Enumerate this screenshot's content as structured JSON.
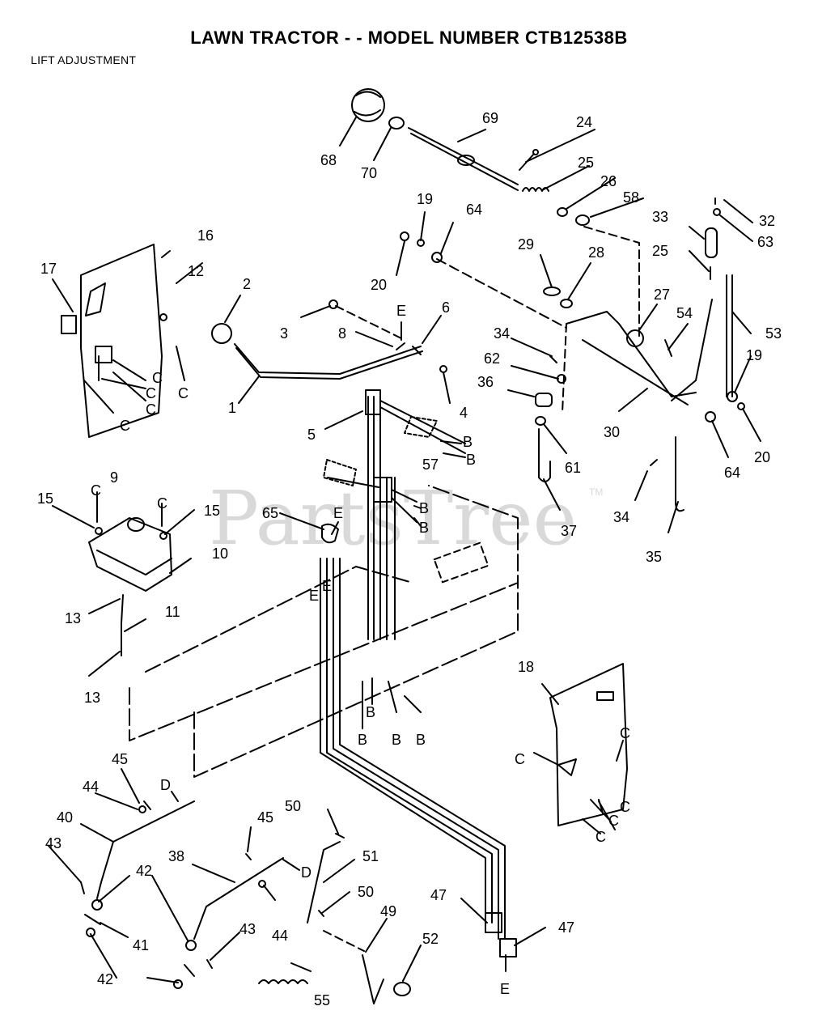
{
  "title": "LAWN TRACTOR - - MODEL NUMBER CTB12538B",
  "section": "LIFT ADJUSTMENT",
  "watermark": "PartsTree",
  "watermark_tm": "TM",
  "callouts": [
    {
      "id": "c68",
      "text": "68"
    },
    {
      "id": "c70",
      "text": "70"
    },
    {
      "id": "c69",
      "text": "69"
    },
    {
      "id": "c24",
      "text": "24"
    },
    {
      "id": "c25a",
      "text": "25"
    },
    {
      "id": "c26",
      "text": "26"
    },
    {
      "id": "c58",
      "text": "58"
    },
    {
      "id": "c33",
      "text": "33"
    },
    {
      "id": "c32",
      "text": "32"
    },
    {
      "id": "c63",
      "text": "63"
    },
    {
      "id": "c25b",
      "text": "25"
    },
    {
      "id": "c19a",
      "text": "19"
    },
    {
      "id": "c64a",
      "text": "64"
    },
    {
      "id": "c20a",
      "text": "20"
    },
    {
      "id": "c29",
      "text": "29"
    },
    {
      "id": "c28",
      "text": "28"
    },
    {
      "id": "c27",
      "text": "27"
    },
    {
      "id": "c54",
      "text": "54"
    },
    {
      "id": "c53",
      "text": "53"
    },
    {
      "id": "c16",
      "text": "16"
    },
    {
      "id": "c17",
      "text": "17"
    },
    {
      "id": "c12",
      "text": "12"
    },
    {
      "id": "c2",
      "text": "2"
    },
    {
      "id": "c3",
      "text": "3"
    },
    {
      "id": "c8",
      "text": "8"
    },
    {
      "id": "cE1",
      "text": "E"
    },
    {
      "id": "c6",
      "text": "6"
    },
    {
      "id": "c4",
      "text": "4"
    },
    {
      "id": "c1",
      "text": "1"
    },
    {
      "id": "c34a",
      "text": "34"
    },
    {
      "id": "c62",
      "text": "62"
    },
    {
      "id": "c36",
      "text": "36"
    },
    {
      "id": "c30",
      "text": "30"
    },
    {
      "id": "c19b",
      "text": "19"
    },
    {
      "id": "c64b",
      "text": "64"
    },
    {
      "id": "c20b",
      "text": "20"
    },
    {
      "id": "c61",
      "text": "61"
    },
    {
      "id": "c37",
      "text": "37"
    },
    {
      "id": "c34b",
      "text": "34"
    },
    {
      "id": "c35",
      "text": "35"
    },
    {
      "id": "cC1",
      "text": "C"
    },
    {
      "id": "cC2",
      "text": "C"
    },
    {
      "id": "cC3",
      "text": "C"
    },
    {
      "id": "cC4",
      "text": "C"
    },
    {
      "id": "cC5",
      "text": "C"
    },
    {
      "id": "c5",
      "text": "5"
    },
    {
      "id": "cB1",
      "text": "B"
    },
    {
      "id": "cB2",
      "text": "B"
    },
    {
      "id": "c57",
      "text": "57"
    },
    {
      "id": "cB3",
      "text": "B"
    },
    {
      "id": "cB4",
      "text": "B"
    },
    {
      "id": "c15a",
      "text": "15"
    },
    {
      "id": "cC6",
      "text": "C"
    },
    {
      "id": "c9",
      "text": "9"
    },
    {
      "id": "cC7",
      "text": "C"
    },
    {
      "id": "c15b",
      "text": "15"
    },
    {
      "id": "c65",
      "text": "65"
    },
    {
      "id": "cE2",
      "text": "E"
    },
    {
      "id": "c10",
      "text": "10"
    },
    {
      "id": "c13a",
      "text": "13"
    },
    {
      "id": "c11",
      "text": "11"
    },
    {
      "id": "c13b",
      "text": "13"
    },
    {
      "id": "cE3",
      "text": "E"
    },
    {
      "id": "cE4",
      "text": "E"
    },
    {
      "id": "cB5",
      "text": "B"
    },
    {
      "id": "cB6",
      "text": "B"
    },
    {
      "id": "cB7",
      "text": "B"
    },
    {
      "id": "cB8",
      "text": "B"
    },
    {
      "id": "c18",
      "text": "18"
    },
    {
      "id": "cC8",
      "text": "C"
    },
    {
      "id": "cC9",
      "text": "C"
    },
    {
      "id": "cC10",
      "text": "C"
    },
    {
      "id": "cC11",
      "text": "C"
    },
    {
      "id": "cC12",
      "text": "C"
    },
    {
      "id": "c45a",
      "text": "45"
    },
    {
      "id": "c44a",
      "text": "44"
    },
    {
      "id": "cD1",
      "text": "D"
    },
    {
      "id": "c40",
      "text": "40"
    },
    {
      "id": "c43a",
      "text": "43"
    },
    {
      "id": "c42a",
      "text": "42"
    },
    {
      "id": "c41",
      "text": "41"
    },
    {
      "id": "c42b",
      "text": "42"
    },
    {
      "id": "c38",
      "text": "38"
    },
    {
      "id": "c45b",
      "text": "45"
    },
    {
      "id": "cD2",
      "text": "D"
    },
    {
      "id": "c44b",
      "text": "44"
    },
    {
      "id": "c43b",
      "text": "43"
    },
    {
      "id": "c50a",
      "text": "50"
    },
    {
      "id": "c51",
      "text": "51"
    },
    {
      "id": "c50b",
      "text": "50"
    },
    {
      "id": "c49",
      "text": "49"
    },
    {
      "id": "c52",
      "text": "52"
    },
    {
      "id": "c55",
      "text": "55"
    },
    {
      "id": "c47a",
      "text": "47"
    },
    {
      "id": "c47b",
      "text": "47"
    },
    {
      "id": "cE5",
      "text": "E"
    }
  ]
}
